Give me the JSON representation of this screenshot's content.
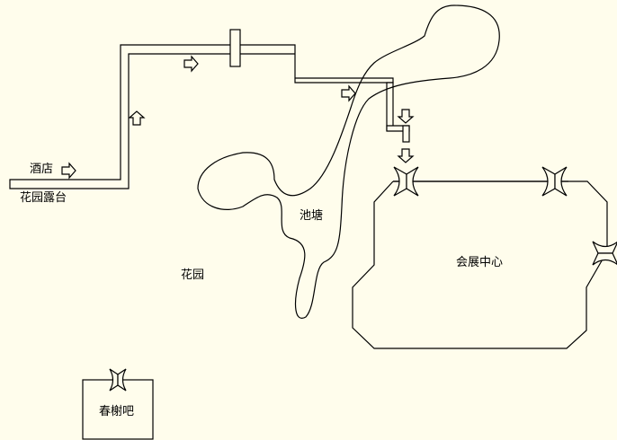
{
  "labels": {
    "hotel": "酒店",
    "garden_terrace": "花园露台",
    "pond": "池塘",
    "garden": "花园",
    "convention_center": "会展中心",
    "pavilion_bar": "春榭吧"
  },
  "colors": {
    "background": "#fffdec",
    "line": "#000000"
  },
  "icons": {
    "arrow_right": "arrow-right-icon",
    "arrow_up": "arrow-up-icon",
    "arrow_down": "arrow-down-icon",
    "door": "door-icon"
  }
}
